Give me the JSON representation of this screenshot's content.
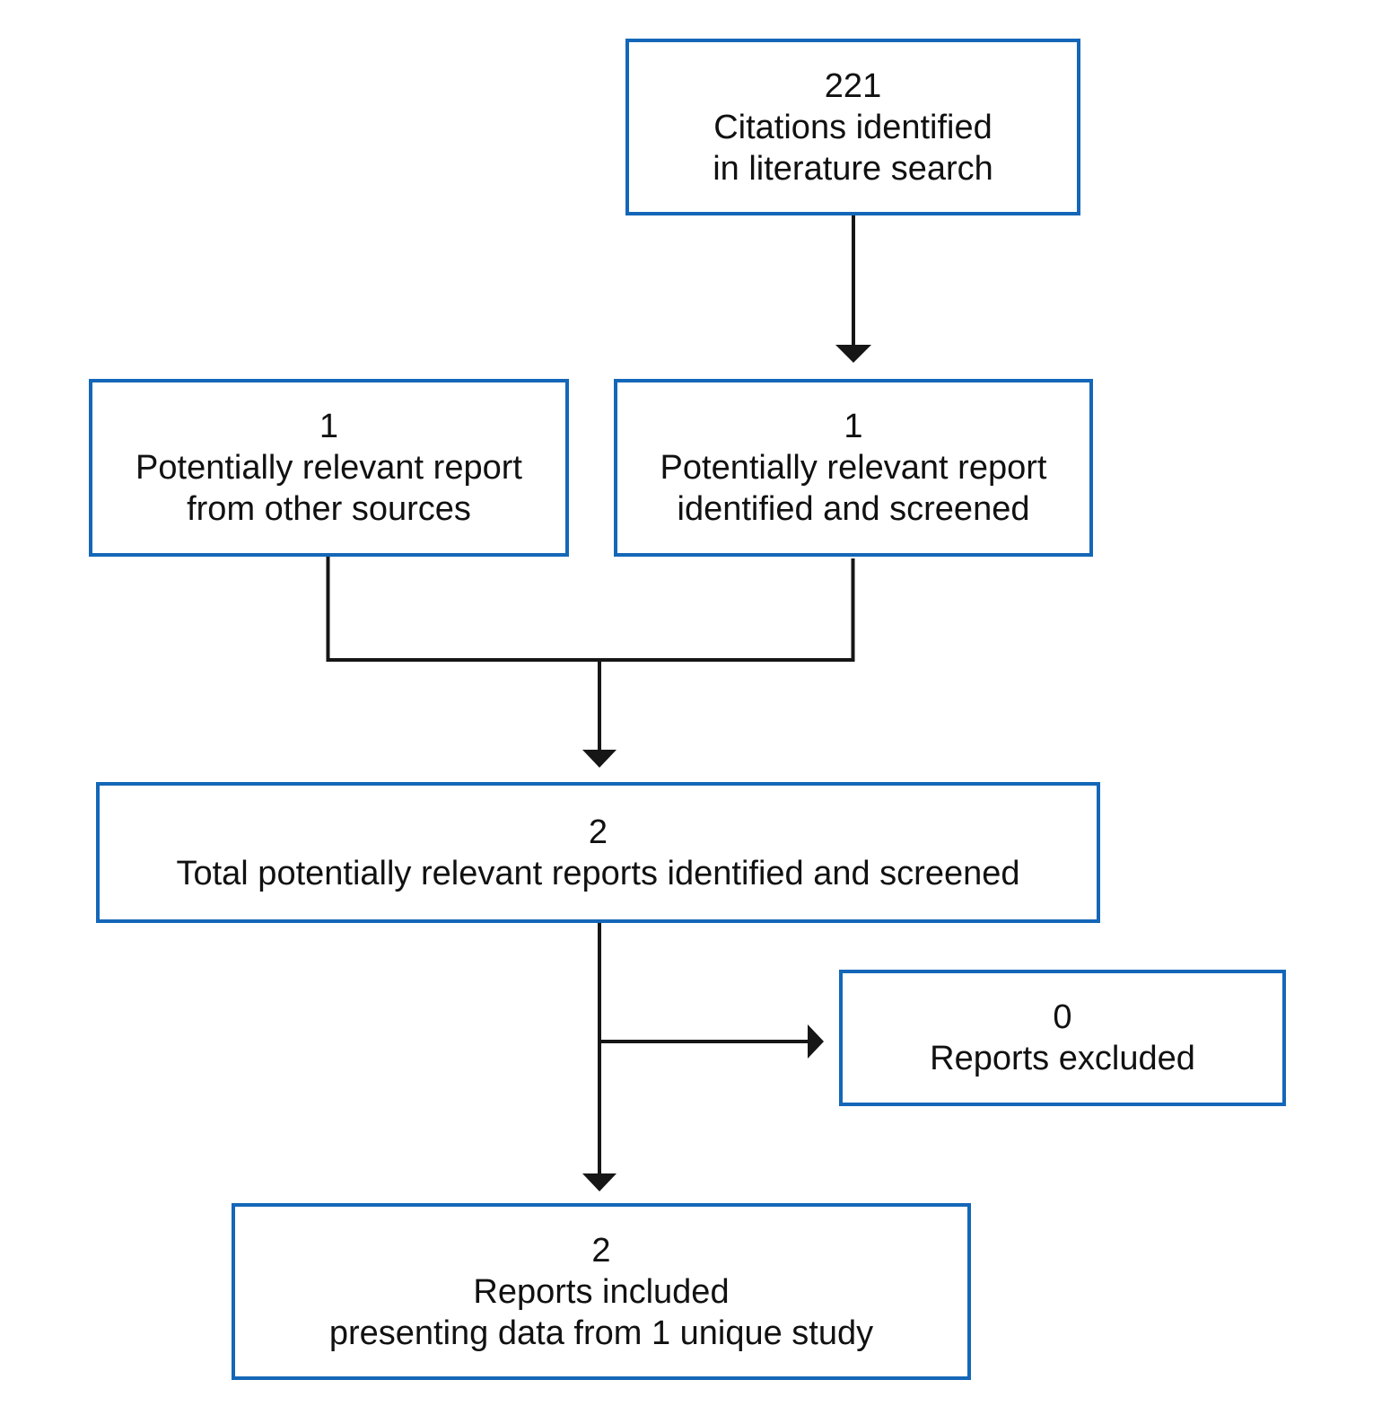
{
  "diagram": {
    "type": "flowchart",
    "description": "Literature search screening flow diagram"
  },
  "colors": {
    "box_border": "#1467b8",
    "arrow": "#161616",
    "text": "#111111",
    "background": "#ffffff"
  },
  "nodes": {
    "citations": {
      "count": "221",
      "line1": "Citations identified",
      "line2": "in literature search"
    },
    "other_sources": {
      "count": "1",
      "line1": "Potentially relevant report",
      "line2": "from other sources"
    },
    "screened": {
      "count": "1",
      "line1": "Potentially relevant report",
      "line2": "identified and screened"
    },
    "total": {
      "count": "2",
      "line1": "Total potentially relevant reports identified and screened"
    },
    "excluded": {
      "count": "0",
      "line1": "Reports excluded"
    },
    "included": {
      "count": "2",
      "line1": "Reports included",
      "line2": "presenting data from 1 unique study"
    }
  },
  "edges": [
    {
      "from": "citations",
      "to": "screened"
    },
    {
      "from": "other_sources",
      "to": "total"
    },
    {
      "from": "screened",
      "to": "total"
    },
    {
      "from": "total",
      "to": "excluded"
    },
    {
      "from": "total",
      "to": "included"
    }
  ]
}
